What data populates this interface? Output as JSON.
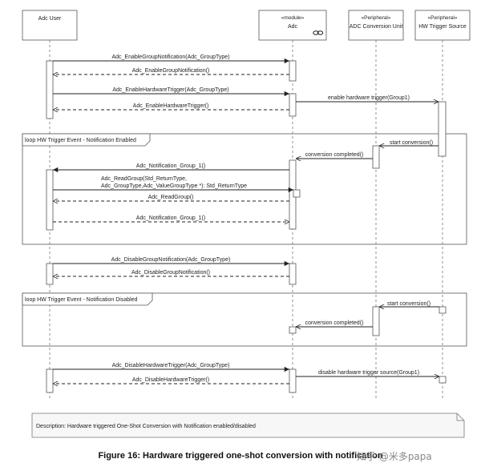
{
  "participants": {
    "adc_user": {
      "name": "Adc User"
    },
    "adc": {
      "stereotype": "«module»",
      "name": "Adc"
    },
    "adc_unit": {
      "stereotype": "«Peripheral»",
      "name": "ADC Conversion Unit"
    },
    "hw_trigger": {
      "stereotype": "«Peripheral»",
      "name": "HW Trigger Source"
    }
  },
  "messages": {
    "enable_group_notification": "Adc_EnableGroupNotification(Adc_GroupType)",
    "enable_group_notification_ret": "Adc_EnableGroupNotification()",
    "enable_hw_trigger": "Adc_EnableHardwareTrigger(Adc_GroupType)",
    "enable_hw_trigger_ret": "Adc_EnableHardwareTrigger()",
    "enable_hw_trigger_group": "enable hardware trigger(Group1)",
    "start_conversion": "start conversion()",
    "conversion_completed": "conversion completed()",
    "notification_group_1": "Adc_Notification_Group_1()",
    "read_group_line1": "Adc_ReadGroup(Std_ReturnType,",
    "read_group_line2": "Adc_GroupType,Adc_ValueGroupType *): Std_ReturnType",
    "read_group_ret": "Adc_ReadGroup()",
    "notification_group_1_ret": "Adc_Notification_Group_1()",
    "disable_group_notification": "Adc_DisableGroupNotification(Adc_GroupType)",
    "disable_group_notification_ret": "Adc_DisableGroupNotification()",
    "start_conversion_2": "start conversion()",
    "conversion_completed_2": "conversion completed()",
    "disable_hw_trigger": "Adc_DisableHardwareTrigger(Adc_GroupType)",
    "disable_hw_trigger_ret": "Adc_DisableHardwareTrigger()",
    "disable_hw_trigger_source": "disable hardware trigger source(Group1)"
  },
  "frames": {
    "loop_enabled": "loop HW Trigger Event - Notification Enabled",
    "loop_disabled": "loop HW Trigger Event - Notification Disabled"
  },
  "note": {
    "description": "Description: Hardware triggered One-Shot Conversion with Notification enabled/disabled"
  },
  "caption": "Figure 16: Hardware triggered one-shot conversion with notification",
  "watermark": "知乎 @米多papa"
}
